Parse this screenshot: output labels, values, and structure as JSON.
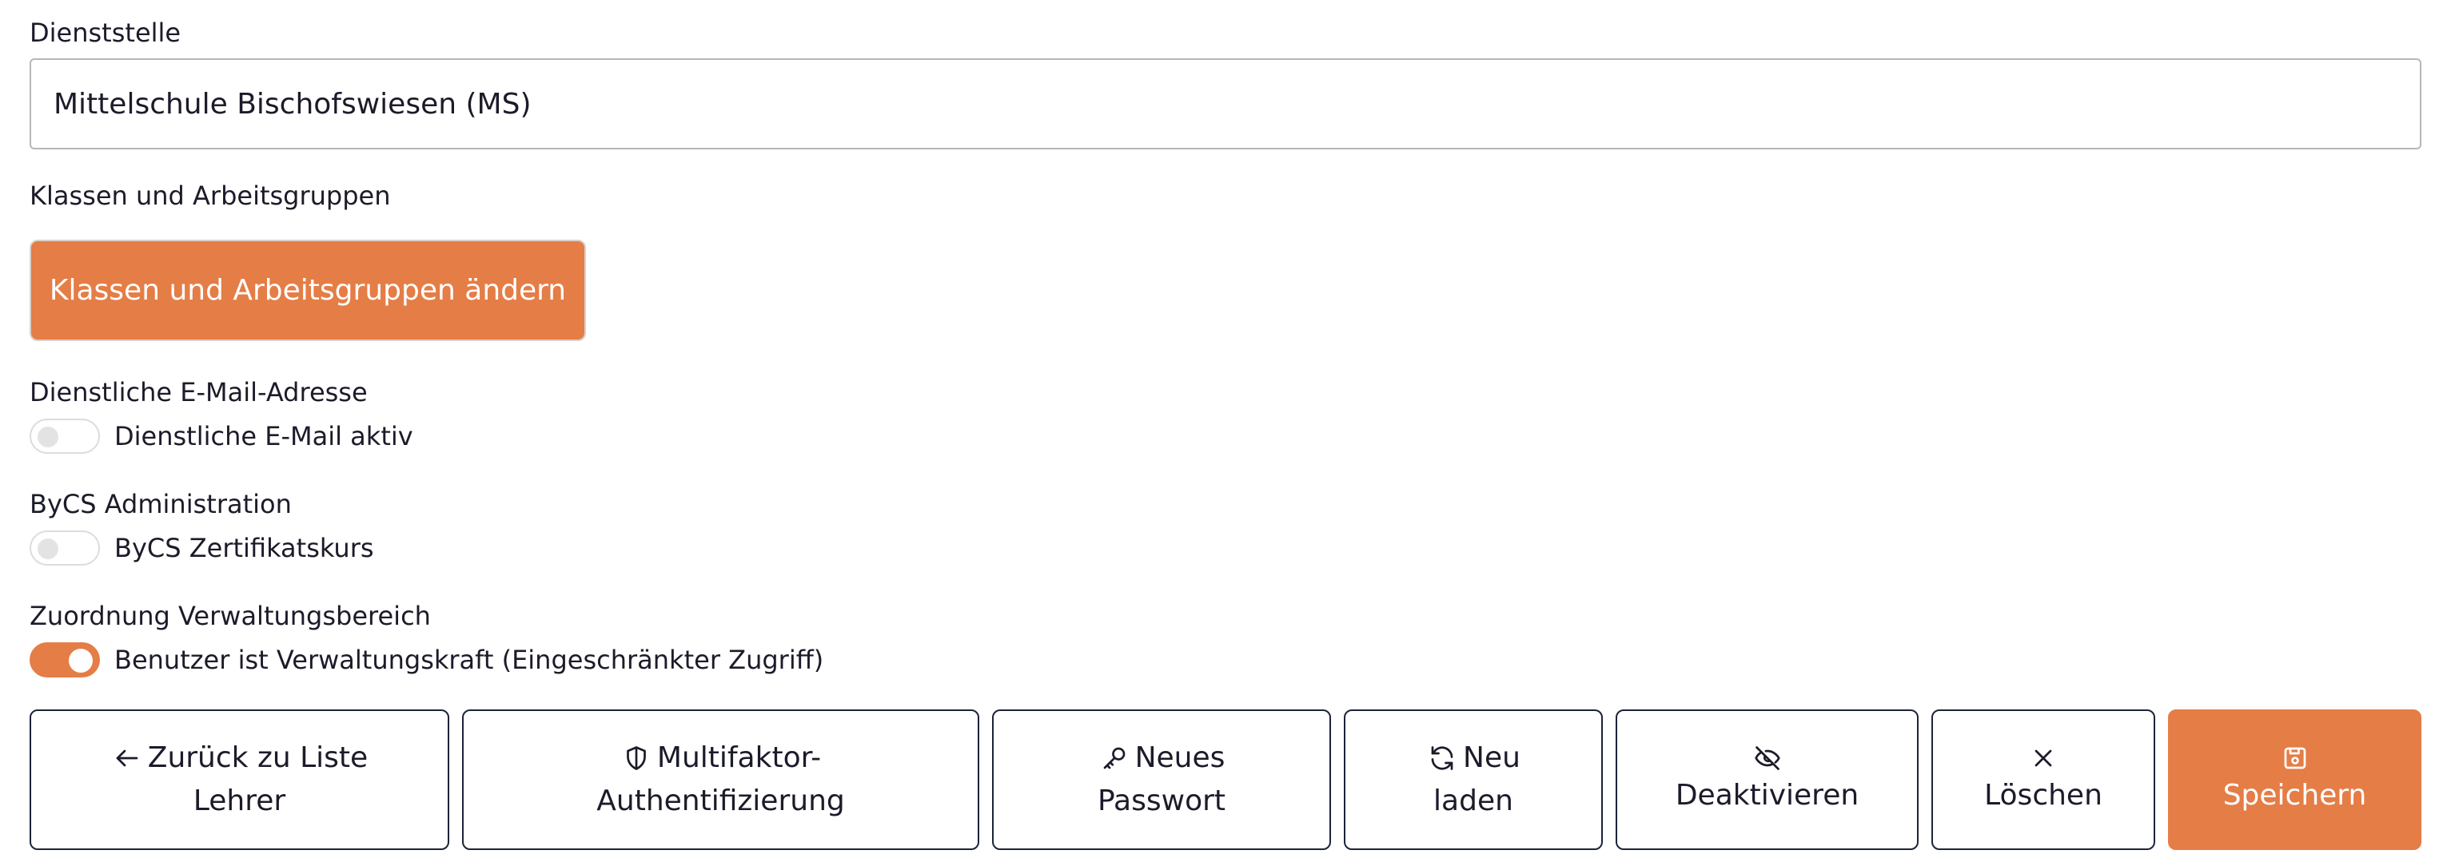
{
  "dienststelle": {
    "label": "Dienststelle",
    "value": "Mittelschule Bischofswiesen (MS)"
  },
  "klassen": {
    "label": "Klassen und Arbeitsgruppen",
    "button_label": "Klassen und Arbeitsgruppen ändern"
  },
  "email": {
    "label": "Dienstliche E-Mail-Adresse",
    "toggle_label": "Dienstliche E-Mail aktiv",
    "toggle_on": false
  },
  "bycs": {
    "label": "ByCS Administration",
    "toggle_label": "ByCS Zertifikatskurs",
    "toggle_on": false
  },
  "verwaltung": {
    "label": "Zuordnung Verwaltungsbereich",
    "toggle_label": "Benutzer ist Verwaltungskraft (Eingeschränkter Zugriff)",
    "toggle_on": true
  },
  "actions": {
    "back": {
      "line1": "Zurück zu Liste",
      "line2": "Lehrer",
      "icon": "arrow-left-icon"
    },
    "mfa": {
      "line1": "Multifaktor-",
      "line2": "Authentifizierung",
      "icon": "shield-icon"
    },
    "password": {
      "line1": "Neues",
      "line2": "Passwort",
      "icon": "key-icon"
    },
    "reload": {
      "line1": "Neu",
      "line2": "laden",
      "icon": "refresh-icon"
    },
    "deactivate": {
      "label": "Deaktivieren",
      "icon": "eye-off-icon"
    },
    "delete": {
      "label": "Löschen",
      "icon": "close-icon"
    },
    "save": {
      "label": "Speichern",
      "icon": "save-icon"
    }
  },
  "colors": {
    "accent": "#e57d46",
    "border_dark": "#1d2338",
    "text": "#1b1b2a"
  }
}
